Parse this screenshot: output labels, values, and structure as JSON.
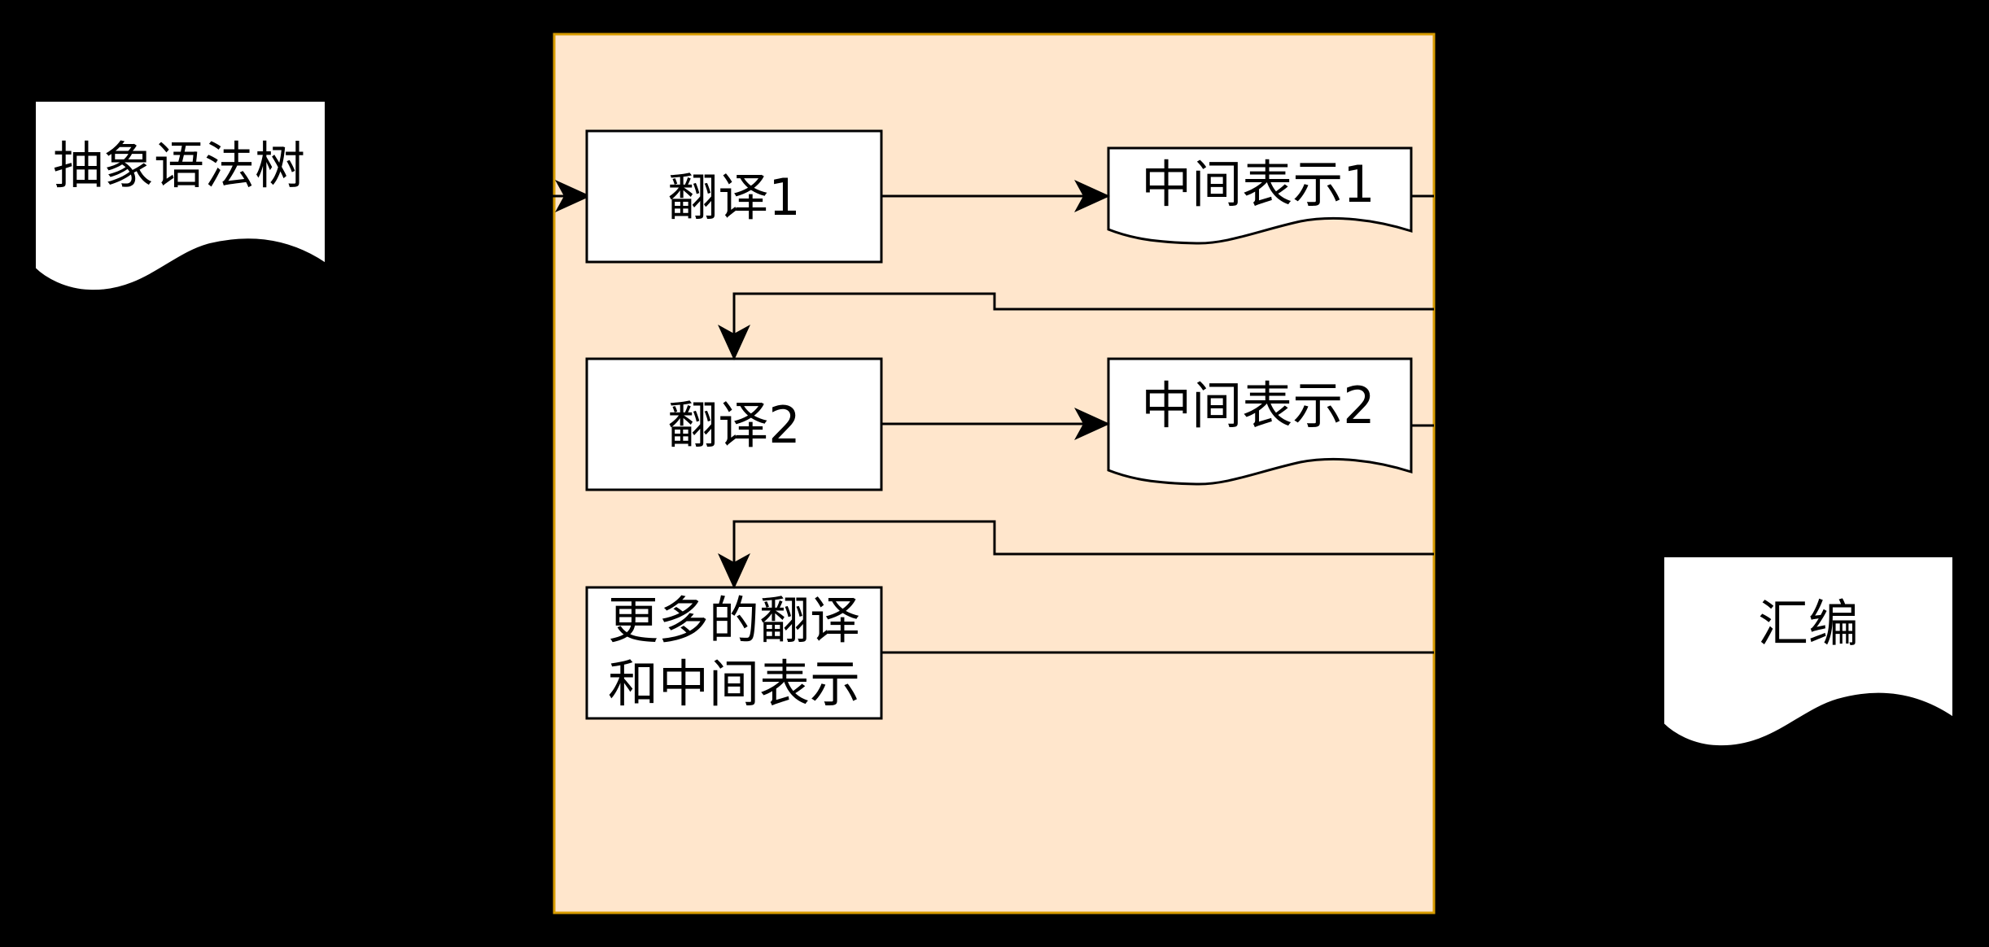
{
  "diagram": {
    "input_doc": {
      "label": "抽象语法树"
    },
    "output_doc": {
      "label": "汇编"
    },
    "process_1": {
      "label": "翻译1"
    },
    "process_2": {
      "label": "翻译2"
    },
    "process_more": {
      "line1": "更多的翻译",
      "line2": "和中间表示"
    },
    "ir_1": {
      "label": "中间表示1"
    },
    "ir_2": {
      "label": "中间表示2"
    }
  },
  "colors": {
    "background": "#000000",
    "container_fill": "#ffe6cc",
    "container_border": "#d79b00",
    "shape_fill": "#ffffff",
    "stroke": "#000000"
  }
}
